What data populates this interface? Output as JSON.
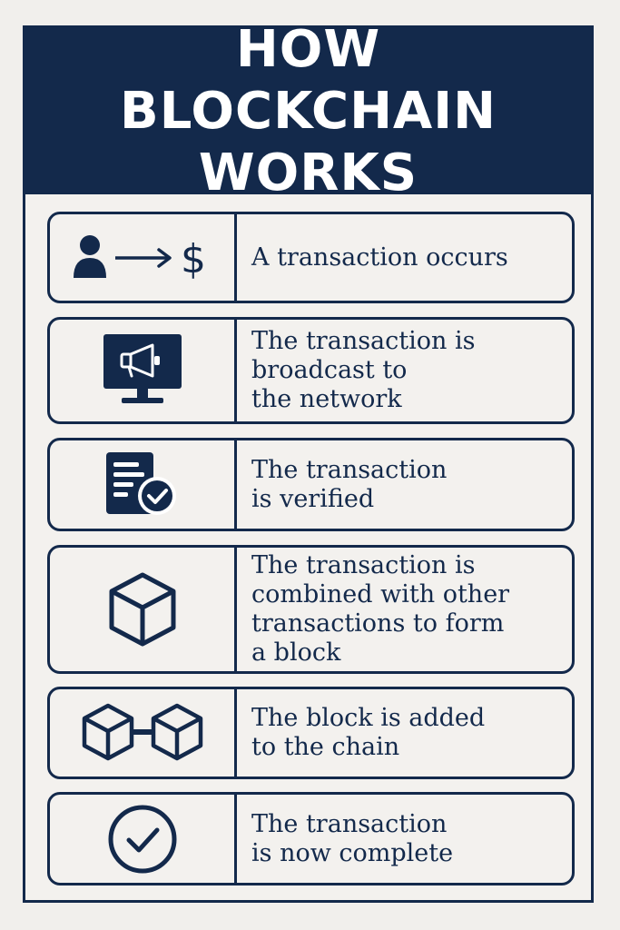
{
  "title": "HOW BLOCKCHAIN WORKS",
  "colors": {
    "navy": "#13294b",
    "background": "#f3f1ee",
    "white": "#ffffff"
  },
  "steps": [
    {
      "icon": "person-to-dollar-icon",
      "label": "A transaction occurs"
    },
    {
      "icon": "broadcast-monitor-icon",
      "label": "The transaction is\nbroadcast to\nthe network"
    },
    {
      "icon": "verified-document-icon",
      "label": "The transaction\nis verified"
    },
    {
      "icon": "cube-block-icon",
      "label": "The transaction is\ncombined with other\ntransactions to form\na block"
    },
    {
      "icon": "linked-blocks-icon",
      "label": "The block is added\nto the chain"
    },
    {
      "icon": "check-circle-icon",
      "label": "The transaction\nis now complete"
    }
  ]
}
